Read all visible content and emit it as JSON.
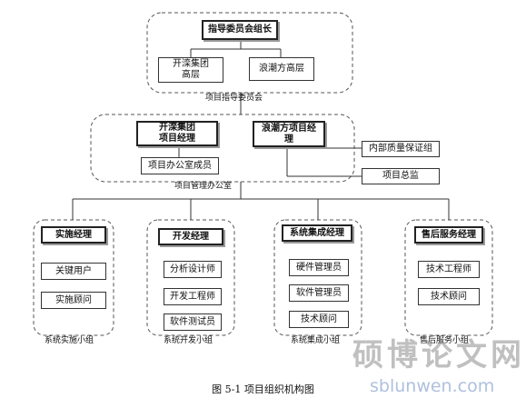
{
  "steering": {
    "head": "指导委员会组长",
    "member_left": "开滦集团\n高层",
    "member_right": "浪潮方高层",
    "label": "项目指导委员会"
  },
  "office": {
    "pm_left": "开滦集团\n项目经理",
    "pm_right": "浪潮方项目经\n理",
    "member": "项目办公室成员",
    "label": "项目管理办公室",
    "qa": "内部质量保证组",
    "director": "项目总监"
  },
  "groups": {
    "implementation": {
      "head": "实施经理",
      "items": [
        "关键用户",
        "实施顾问"
      ],
      "label": "系统实施小组"
    },
    "development": {
      "head": "开发经理",
      "items": [
        "分析设计师",
        "开发工程师",
        "软件测试员"
      ],
      "label": "系统开发小组"
    },
    "integration": {
      "head": "系统集成经理",
      "items": [
        "硬件管理员",
        "软件管理员",
        "技术顾问"
      ],
      "label": "系统集成小组"
    },
    "aftersales": {
      "head": "售后服务经理",
      "items": [
        "技术工程师",
        "技术顾问"
      ],
      "label": "售后服务小组"
    }
  },
  "caption": "图 5-1 项目组织机构图",
  "watermark": {
    "chinese": "硕博论文网",
    "url": "sblunwen.com"
  }
}
